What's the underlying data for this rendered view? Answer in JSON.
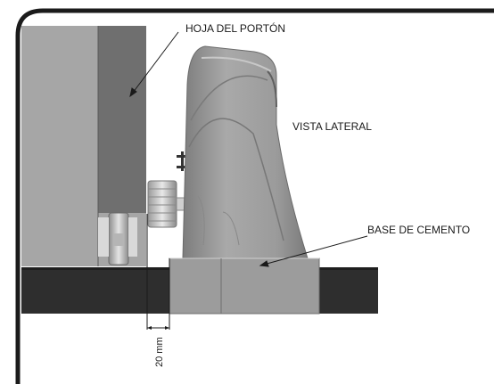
{
  "labels": {
    "gate_leaf": "HOJA DEL PORTÓN",
    "side_view": "VISTA LATERAL",
    "concrete_base": "BASE DE CEMENTO",
    "clearance": "20 mm"
  },
  "colors": {
    "frame": "#1b1b1b",
    "ground": "#2e2e2e",
    "gate_light": "#a6a6a6",
    "gate_dark": "#6f6f6f",
    "motor_body": "#9a9a9a",
    "concrete": "#9c9c9c"
  }
}
